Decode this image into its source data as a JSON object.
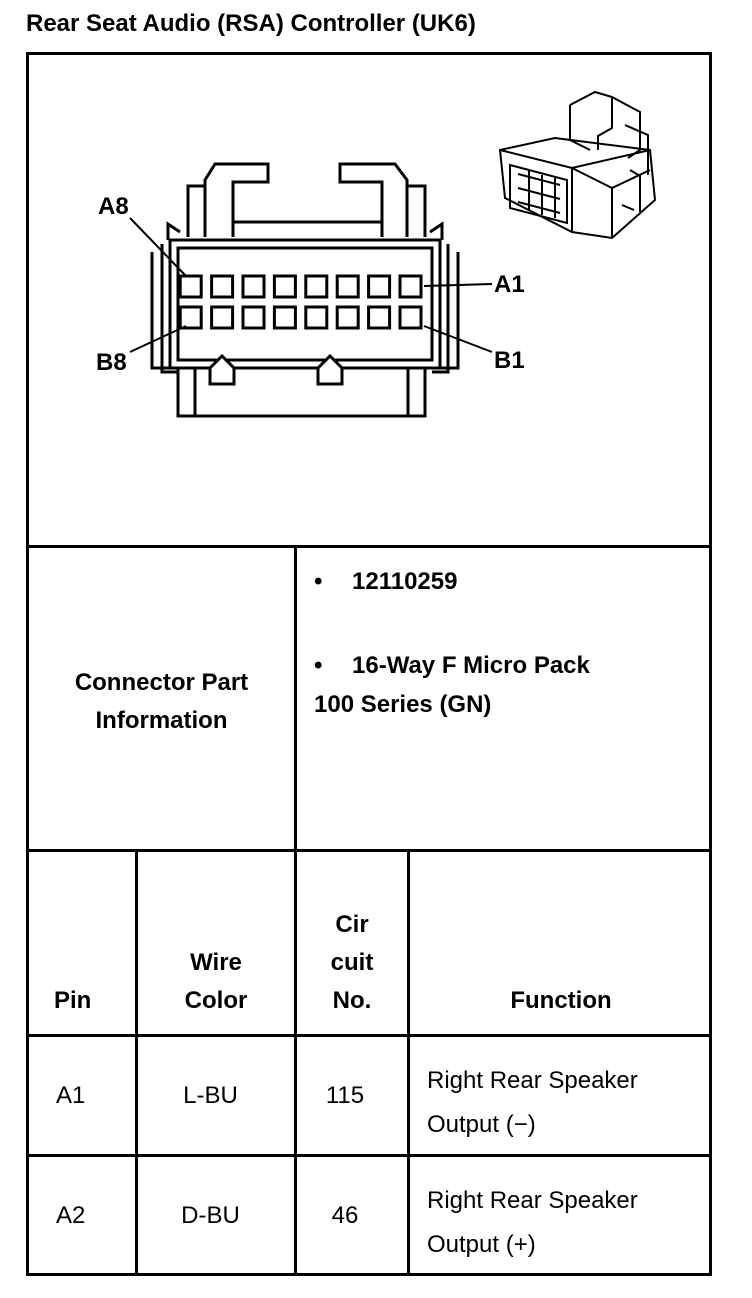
{
  "title": "Rear Seat Audio (RSA) Controller (UK6)",
  "diagram": {
    "labels": {
      "a8": "A8",
      "a1": "A1",
      "b8": "B8",
      "b1": "B1"
    }
  },
  "connector_info": {
    "label_line1": "Connector Part",
    "label_line2": "Information",
    "bullet": "•",
    "part_number": "12110259",
    "desc_line1": "16-Way F Micro Pack",
    "desc_line2": "100 Series (GN)"
  },
  "table": {
    "headers": {
      "pin": "Pin",
      "wire_line1": "Wire",
      "wire_line2": "Color",
      "circuit_line1": "Cir",
      "circuit_line2": "cuit",
      "circuit_line3": "No.",
      "function": "Function"
    },
    "rows": [
      {
        "pin": "A1",
        "wire": "L-BU",
        "circuit": "115",
        "function_line1": "Right Rear Speaker",
        "function_line2": "Output (−)"
      },
      {
        "pin": "A2",
        "wire": "D-BU",
        "circuit": "46",
        "function_line1": "Right Rear Speaker",
        "function_line2": "Output (+)"
      }
    ]
  }
}
